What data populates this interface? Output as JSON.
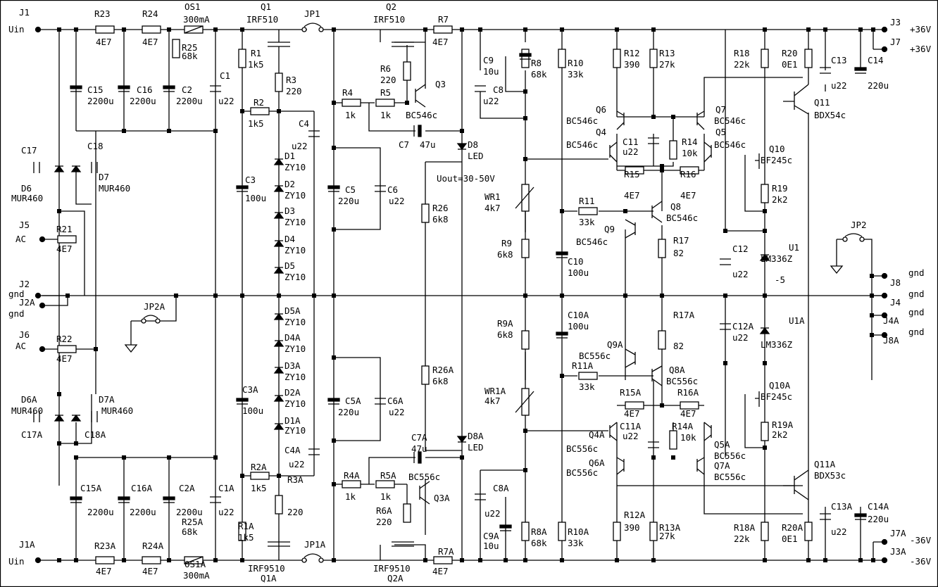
{
  "labels": [
    [
      "J1",
      27,
      22
    ],
    [
      "Uin",
      12,
      46
    ],
    [
      "R23",
      134,
      24
    ],
    [
      "4E7",
      136,
      64
    ],
    [
      "R24",
      202,
      24
    ],
    [
      "4E7",
      202,
      64
    ],
    [
      "OS1",
      262,
      14
    ],
    [
      "300mA",
      260,
      32
    ],
    [
      "R25",
      258,
      72
    ],
    [
      "68k",
      258,
      84
    ],
    [
      "C15",
      124,
      132
    ],
    [
      "2200u",
      124,
      148
    ],
    [
      "C16",
      194,
      132
    ],
    [
      "2200u",
      184,
      148
    ],
    [
      "C2",
      258,
      132
    ],
    [
      "2200u",
      250,
      148
    ],
    [
      "C1",
      312,
      112
    ],
    [
      "u22",
      310,
      148
    ],
    [
      "Q1",
      370,
      14
    ],
    [
      "IRF510",
      350,
      32
    ],
    [
      "JP1",
      432,
      24
    ],
    [
      "Q2",
      548,
      14
    ],
    [
      "IRF510",
      530,
      32
    ],
    [
      "R7",
      622,
      32
    ],
    [
      "4E7",
      614,
      64
    ],
    [
      "R1",
      356,
      80
    ],
    [
      "1k5",
      352,
      96
    ],
    [
      "R3",
      406,
      118
    ],
    [
      "220",
      406,
      134
    ],
    [
      "R2",
      360,
      150
    ],
    [
      "1k5",
      352,
      180
    ],
    [
      "C4",
      424,
      180
    ],
    [
      "u22",
      414,
      212
    ],
    [
      "D1",
      404,
      226
    ],
    [
      "ZY10",
      404,
      242
    ],
    [
      "D2",
      404,
      266
    ],
    [
      "ZY10",
      404,
      282
    ],
    [
      "D3",
      404,
      304
    ],
    [
      "ZY10",
      404,
      320
    ],
    [
      "D4",
      404,
      344
    ],
    [
      "ZY10",
      404,
      360
    ],
    [
      "D5",
      404,
      382
    ],
    [
      "ZY10",
      404,
      398
    ],
    [
      "C3",
      348,
      260
    ],
    [
      "100u",
      348,
      286
    ],
    [
      "R6",
      540,
      102
    ],
    [
      "220",
      540,
      118
    ],
    [
      "R4",
      486,
      136
    ],
    [
      "1k",
      490,
      168
    ],
    [
      "R5",
      540,
      136
    ],
    [
      "1k",
      540,
      168
    ],
    [
      "Q3",
      618,
      124
    ],
    [
      "BC546c",
      576,
      168
    ],
    [
      "C7",
      566,
      210
    ],
    [
      "47u",
      596,
      210
    ],
    [
      "D8",
      664,
      210
    ],
    [
      "LED",
      664,
      226
    ],
    [
      "C5",
      490,
      274
    ],
    [
      "220u",
      480,
      290
    ],
    [
      "C6",
      550,
      274
    ],
    [
      "u22",
      552,
      290
    ],
    [
      "Uout=30-50V",
      620,
      258
    ],
    [
      "R26",
      614,
      300
    ],
    [
      "6k8",
      614,
      316
    ],
    [
      "C9",
      686,
      90
    ],
    [
      "10u",
      686,
      106
    ],
    [
      "C8",
      700,
      132
    ],
    [
      "u22",
      686,
      148
    ],
    [
      "R8",
      754,
      94
    ],
    [
      "68k",
      754,
      110
    ],
    [
      "R10",
      806,
      94
    ],
    [
      "33k",
      806,
      110
    ],
    [
      "R12",
      886,
      80
    ],
    [
      "390",
      886,
      96
    ],
    [
      "R13",
      936,
      80
    ],
    [
      "27k",
      936,
      96
    ],
    [
      "R18",
      1042,
      80
    ],
    [
      "22k",
      1042,
      96
    ],
    [
      "R20",
      1110,
      80
    ],
    [
      "0E1",
      1110,
      96
    ],
    [
      "C13",
      1180,
      90
    ],
    [
      "u22",
      1180,
      126
    ],
    [
      "C14",
      1232,
      90
    ],
    [
      "220u",
      1232,
      126
    ],
    [
      "J3",
      1264,
      36
    ],
    [
      "+36V",
      1292,
      46
    ],
    [
      "J7",
      1264,
      64
    ],
    [
      "+36V",
      1292,
      74
    ],
    [
      "Q11",
      1156,
      150
    ],
    [
      "BDX54c",
      1156,
      168
    ],
    [
      "Q6",
      846,
      160
    ],
    [
      "BC546c",
      804,
      176
    ],
    [
      "Q4",
      846,
      192
    ],
    [
      "BC546c",
      804,
      210
    ],
    [
      "C11",
      884,
      206
    ],
    [
      "u22",
      884,
      220
    ],
    [
      "R14",
      968,
      206
    ],
    [
      "10k",
      968,
      222
    ],
    [
      "Q7",
      1016,
      160
    ],
    [
      "BC546c",
      1014,
      176
    ],
    [
      "Q5",
      1016,
      192
    ],
    [
      "BC546c",
      1014,
      210
    ],
    [
      "Q10",
      1092,
      216
    ],
    [
      "BF245c",
      1080,
      232
    ],
    [
      "R15",
      886,
      252
    ],
    [
      "4E7",
      886,
      282
    ],
    [
      "R16",
      966,
      252
    ],
    [
      "4E7",
      966,
      282
    ],
    [
      "R19",
      1096,
      272
    ],
    [
      "2k2",
      1096,
      288
    ],
    [
      "WR1",
      688,
      284
    ],
    [
      "4k7",
      688,
      300
    ],
    [
      "R11",
      822,
      290
    ],
    [
      "33k",
      822,
      320
    ],
    [
      "Q8",
      952,
      298
    ],
    [
      "BC546c",
      946,
      314
    ],
    [
      "Q9",
      858,
      330
    ],
    [
      "BC546c",
      818,
      348
    ],
    [
      "R17",
      956,
      346
    ],
    [
      "82",
      956,
      364
    ],
    [
      "R9",
      712,
      350
    ],
    [
      "6k8",
      706,
      366
    ],
    [
      "C10",
      806,
      376
    ],
    [
      "100u",
      806,
      392
    ],
    [
      "C12",
      1040,
      358
    ],
    [
      "u22",
      1040,
      394
    ],
    [
      "U1",
      1120,
      356
    ],
    [
      "LM336Z",
      1080,
      372
    ],
    [
      "-5",
      1100,
      402
    ],
    [
      "JP2",
      1208,
      324
    ],
    [
      "gnd",
      1290,
      392
    ],
    [
      "J8",
      1264,
      406
    ],
    [
      "gnd",
      1290,
      422
    ],
    [
      "J4",
      1264,
      434
    ],
    [
      "gnd",
      1290,
      448
    ],
    [
      "J4A",
      1254,
      460
    ],
    [
      "gnd",
      1290,
      476
    ],
    [
      "J8A",
      1254,
      488
    ],
    [
      "gnd",
      12,
      422
    ],
    [
      "J2",
      27,
      408
    ],
    [
      "J2A",
      27,
      434
    ],
    [
      "gnd",
      12,
      450
    ],
    [
      "JP2A",
      204,
      440
    ],
    [
      "AC",
      22,
      344
    ],
    [
      "J5",
      27,
      324
    ],
    [
      "R21",
      80,
      330
    ],
    [
      "4E7",
      80,
      358
    ],
    [
      "AC",
      22,
      496
    ],
    [
      "J6",
      27,
      480
    ],
    [
      "R22",
      80,
      486
    ],
    [
      "4E7",
      80,
      514
    ],
    [
      "C17",
      30,
      218
    ],
    [
      "C18",
      124,
      212
    ],
    [
      "D6",
      30,
      272
    ],
    [
      "MUR460",
      16,
      286
    ],
    [
      "D7",
      140,
      256
    ],
    [
      "MUR460",
      140,
      272
    ],
    [
      "D6A",
      30,
      572
    ],
    [
      "MUR460",
      16,
      588
    ],
    [
      "D7A",
      140,
      572
    ],
    [
      "MUR460",
      144,
      588
    ],
    [
      "C17A",
      30,
      622
    ],
    [
      "C18A",
      120,
      622
    ],
    [
      "D5A",
      404,
      446
    ],
    [
      "ZY10",
      404,
      462
    ],
    [
      "D4A",
      404,
      484
    ],
    [
      "ZY10",
      404,
      500
    ],
    [
      "D3A",
      404,
      524
    ],
    [
      "ZY10",
      404,
      540
    ],
    [
      "D2A",
      404,
      562
    ],
    [
      "ZY10",
      404,
      578
    ],
    [
      "D1A",
      404,
      602
    ],
    [
      "ZY10",
      404,
      616
    ],
    [
      "C3A",
      344,
      558
    ],
    [
      "100u",
      344,
      588
    ],
    [
      "C4A",
      404,
      644
    ],
    [
      "u22",
      410,
      664
    ],
    [
      "R2A",
      356,
      668
    ],
    [
      "1k5",
      356,
      698
    ],
    [
      "R3A",
      408,
      686
    ],
    [
      "220",
      408,
      732
    ],
    [
      "R1A",
      338,
      752
    ],
    [
      "1k5",
      338,
      768
    ],
    [
      "C5A",
      490,
      574
    ],
    [
      "220u",
      480,
      590
    ],
    [
      "C6A",
      550,
      574
    ],
    [
      "u22",
      552,
      590
    ],
    [
      "R26A",
      614,
      530
    ],
    [
      "6k8",
      614,
      546
    ],
    [
      "C7A",
      584,
      626
    ],
    [
      "47u",
      584,
      642
    ],
    [
      "D8A",
      664,
      624
    ],
    [
      "LED",
      664,
      640
    ],
    [
      "R4A",
      488,
      680
    ],
    [
      "1k",
      490,
      710
    ],
    [
      "R5A",
      540,
      680
    ],
    [
      "1k",
      540,
      710
    ],
    [
      "BC556c",
      580,
      682
    ],
    [
      "Q3A",
      616,
      712
    ],
    [
      "R6A",
      534,
      730
    ],
    [
      "220",
      534,
      746
    ],
    [
      "C8A",
      700,
      698
    ],
    [
      "u22",
      688,
      734
    ],
    [
      "C9A",
      686,
      766
    ],
    [
      "10u",
      686,
      780
    ],
    [
      "R9A",
      706,
      464
    ],
    [
      "6k8",
      706,
      480
    ],
    [
      "C10A",
      806,
      452
    ],
    [
      "100u",
      806,
      468
    ],
    [
      "WR1A",
      688,
      560
    ],
    [
      "4k7",
      688,
      574
    ],
    [
      "R11A",
      812,
      524
    ],
    [
      "33k",
      822,
      554
    ],
    [
      "Q9A",
      862,
      494
    ],
    [
      "BC556c",
      822,
      510
    ],
    [
      "R17A",
      956,
      452
    ],
    [
      "82",
      956,
      496
    ],
    [
      "Q8A",
      950,
      530
    ],
    [
      "BC556c",
      946,
      546
    ],
    [
      "R15A",
      880,
      562
    ],
    [
      "4E7",
      886,
      592
    ],
    [
      "R16A",
      962,
      562
    ],
    [
      "4E7",
      966,
      592
    ],
    [
      "C11A",
      880,
      610
    ],
    [
      "u22",
      884,
      624
    ],
    [
      "R14A",
      954,
      610
    ],
    [
      "10k",
      966,
      626
    ],
    [
      "Q4A",
      836,
      622
    ],
    [
      "BC556c",
      804,
      642
    ],
    [
      "Q6A",
      836,
      662
    ],
    [
      "BC556c",
      804,
      676
    ],
    [
      "Q5A",
      1014,
      636
    ],
    [
      "BC556c",
      1014,
      652
    ],
    [
      "Q7A",
      1014,
      666
    ],
    [
      "BC556c",
      1014,
      682
    ],
    [
      "C12A",
      1040,
      468
    ],
    [
      "u22",
      1040,
      484
    ],
    [
      "U1A",
      1120,
      460
    ],
    [
      "LM336Z",
      1080,
      494
    ],
    [
      "Q10A",
      1092,
      552
    ],
    [
      "BF245c",
      1080,
      568
    ],
    [
      "R19A",
      1096,
      608
    ],
    [
      "2k2",
      1096,
      622
    ],
    [
      "Q11A",
      1156,
      664
    ],
    [
      "BDX53c",
      1156,
      680
    ],
    [
      "R12A",
      886,
      736
    ],
    [
      "390",
      886,
      754
    ],
    [
      "R13A",
      936,
      754
    ],
    [
      "27k",
      936,
      766
    ],
    [
      "R18A",
      1042,
      754
    ],
    [
      "22k",
      1042,
      770
    ],
    [
      "R20A",
      1110,
      754
    ],
    [
      "0E1",
      1110,
      770
    ],
    [
      "C13A",
      1180,
      724
    ],
    [
      "u22",
      1180,
      760
    ],
    [
      "C14A",
      1232,
      724
    ],
    [
      "220u",
      1232,
      742
    ],
    [
      "J7A",
      1264,
      762
    ],
    [
      "-36V",
      1292,
      772
    ],
    [
      "J3A",
      1264,
      788
    ],
    [
      "-36V",
      1292,
      802
    ],
    [
      "J1A",
      27,
      778
    ],
    [
      "Uin",
      12,
      802
    ],
    [
      "R23A",
      134,
      780
    ],
    [
      "4E7",
      136,
      816
    ],
    [
      "R24A",
      202,
      780
    ],
    [
      "4E7",
      202,
      816
    ],
    [
      "C15A",
      114,
      698
    ],
    [
      "2200u",
      124,
      732
    ],
    [
      "C16A",
      186,
      698
    ],
    [
      "2200u",
      184,
      732
    ],
    [
      "C2A",
      254,
      698
    ],
    [
      "2200u",
      250,
      732
    ],
    [
      "C1A",
      310,
      698
    ],
    [
      "u22",
      310,
      732
    ],
    [
      "R25A",
      258,
      746
    ],
    [
      "68k",
      258,
      760
    ],
    [
      "OS1A",
      262,
      806
    ],
    [
      "300mA",
      260,
      822
    ],
    [
      "IRF9510",
      352,
      812
    ],
    [
      "Q1A",
      370,
      826
    ],
    [
      "JP1A",
      432,
      778
    ],
    [
      "IRF9510",
      530,
      812
    ],
    [
      "Q2A",
      550,
      826
    ],
    [
      "R7A",
      622,
      788
    ],
    [
      "4E7",
      614,
      816
    ],
    [
      "R8A",
      754,
      760
    ],
    [
      "68k",
      754,
      776
    ],
    [
      "R10A",
      806,
      760
    ],
    [
      "33k",
      806,
      776
    ]
  ]
}
